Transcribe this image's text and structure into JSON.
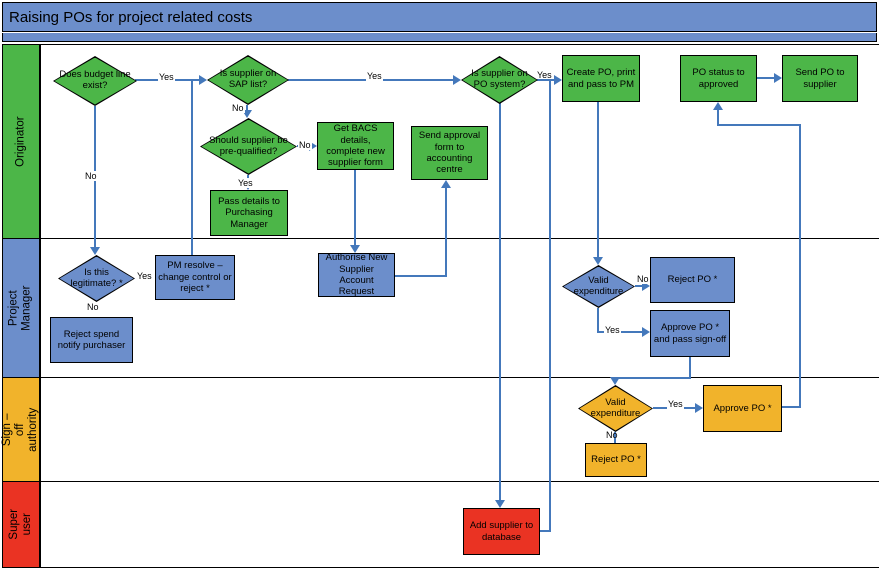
{
  "title": "Raising POs for project related costs",
  "colors": {
    "lane_green": "#4cb648",
    "lane_blue": "#6c8ecb",
    "lane_orange": "#f1b32b",
    "lane_red": "#ea3323",
    "connector_blue": "#4478bb",
    "title_bar_blue": "#6c8ecb"
  },
  "lanes": [
    {
      "label": "Originator"
    },
    {
      "label": "Project Manager"
    },
    {
      "label": "Sign – off authority"
    },
    {
      "label": "Super user"
    }
  ],
  "nodes": {
    "budget_exists": {
      "type": "decision",
      "lane": "Originator",
      "label": "Does budget line exist?"
    },
    "supplier_sap": {
      "type": "decision",
      "lane": "Originator",
      "label": "Is supplier on SAP list?"
    },
    "prequalified": {
      "type": "decision",
      "lane": "Originator",
      "label": "Should supplier be pre-qualified?"
    },
    "pass_details": {
      "type": "process",
      "lane": "Originator",
      "label": "Pass details to Purchasing Manager"
    },
    "get_bacs": {
      "type": "process",
      "lane": "Originator",
      "label": "Get BACS details, complete new supplier form"
    },
    "send_approval": {
      "type": "process",
      "lane": "Originator",
      "label": "Send approval form to accounting centre"
    },
    "supplier_po": {
      "type": "decision",
      "lane": "Originator",
      "label": "Is supplier on PO system?"
    },
    "create_po": {
      "type": "process",
      "lane": "Originator",
      "label": "Create PO, print and pass to PM"
    },
    "po_status": {
      "type": "process",
      "lane": "Originator",
      "label": "PO status to approved"
    },
    "send_po": {
      "type": "process",
      "lane": "Originator",
      "label": "Send PO to supplier"
    },
    "legitimate": {
      "type": "decision",
      "lane": "Project Manager",
      "label": "Is this legitimate? *"
    },
    "pm_resolve": {
      "type": "process",
      "lane": "Project Manager",
      "label": "PM resolve – change control or reject *"
    },
    "reject_spend": {
      "type": "process",
      "lane": "Project Manager",
      "label": "Reject spend notify purchaser"
    },
    "authorise_account": {
      "type": "process",
      "lane": "Project Manager",
      "label": "Authorise New Supplier Account Request"
    },
    "valid_exp_pm": {
      "type": "decision",
      "lane": "Project Manager",
      "label": "Valid expenditure"
    },
    "reject_po_pm": {
      "type": "process",
      "lane": "Project Manager",
      "label": "Reject PO *"
    },
    "approve_po_pm": {
      "type": "process",
      "lane": "Project Manager",
      "label": "Approve PO * and pass sign-off"
    },
    "valid_exp_so": {
      "type": "decision",
      "lane": "Sign – off authority",
      "label": "Valid expenditure"
    },
    "approve_po_so": {
      "type": "process",
      "lane": "Sign – off authority",
      "label": "Approve PO *"
    },
    "reject_po_so": {
      "type": "process",
      "lane": "Sign – off authority",
      "label": "Reject PO *"
    },
    "add_supplier": {
      "type": "process",
      "lane": "Super user",
      "label": "Add supplier to database"
    }
  },
  "edge_labels": {
    "budget_yes": "Yes",
    "budget_no": "No",
    "sap_yes": "Yes",
    "sap_no": "No",
    "preq_no": "No",
    "preq_yes": "Yes",
    "posys_yes": "Yes",
    "legit_yes": "Yes",
    "legit_no": "No",
    "vpm_no": "No",
    "vpm_yes": "Yes",
    "vso_yes": "Yes",
    "vso_no": "No"
  }
}
